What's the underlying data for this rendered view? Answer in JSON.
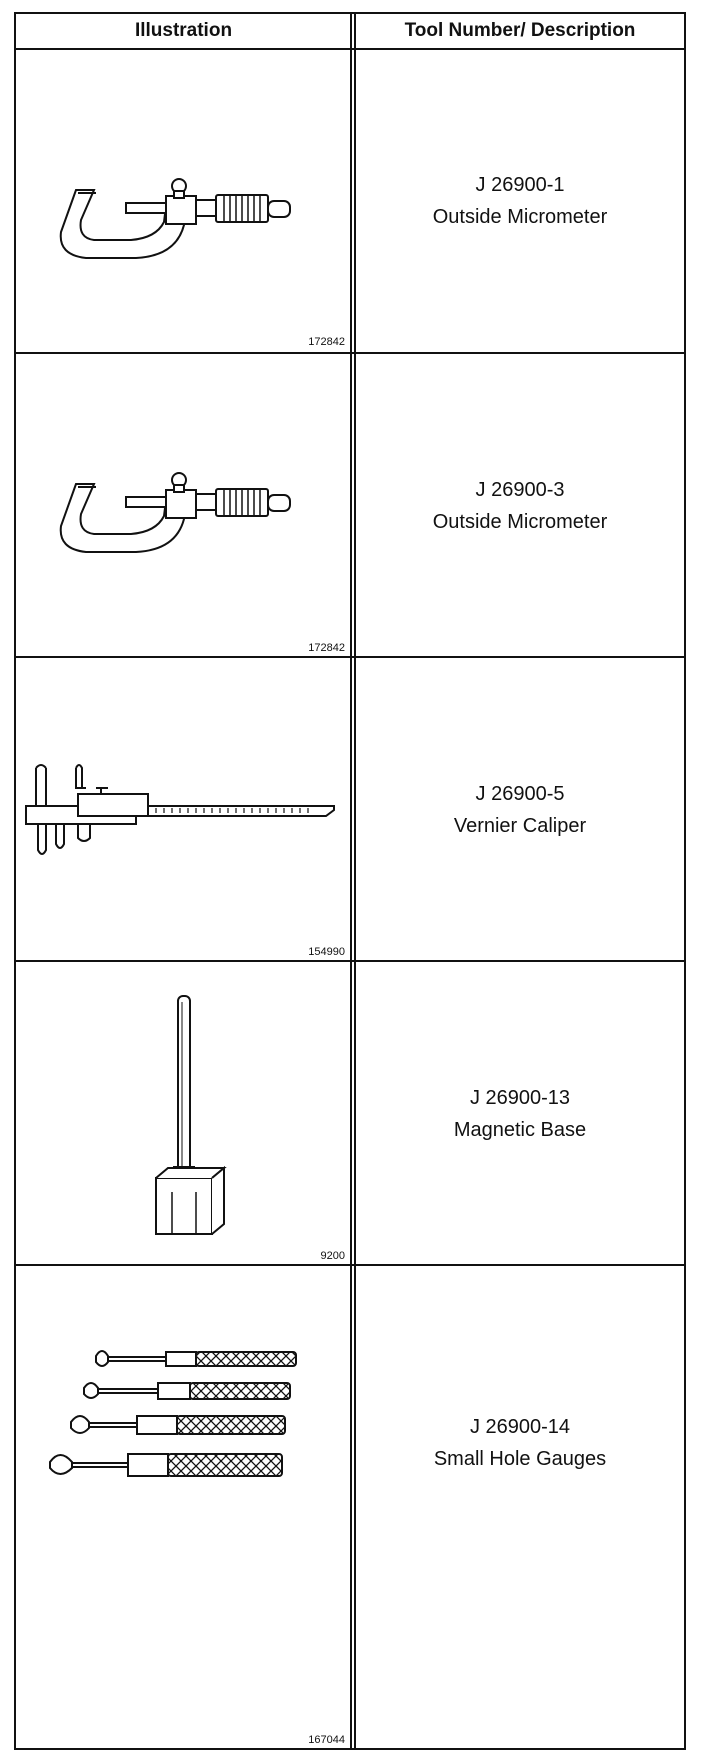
{
  "headers": {
    "illustration": "Illustration",
    "tool": "Tool Number/ Description"
  },
  "rows": [
    {
      "number": "J 26900-1",
      "description": "Outside Micrometer",
      "figure": "172842",
      "icon": "outside-micrometer-icon"
    },
    {
      "number": "J 26900-3",
      "description": "Outside Micrometer",
      "figure": "172842",
      "icon": "outside-micrometer-icon"
    },
    {
      "number": "J 26900-5",
      "description": "Vernier Caliper",
      "figure": "154990",
      "icon": "vernier-caliper-icon"
    },
    {
      "number": "J 26900-13",
      "description": "Magnetic Base",
      "figure": "9200",
      "icon": "magnetic-base-icon"
    },
    {
      "number": "J 26900-14",
      "description": "Small Hole Gauges",
      "figure": "167044",
      "icon": "small-hole-gauges-icon"
    }
  ]
}
